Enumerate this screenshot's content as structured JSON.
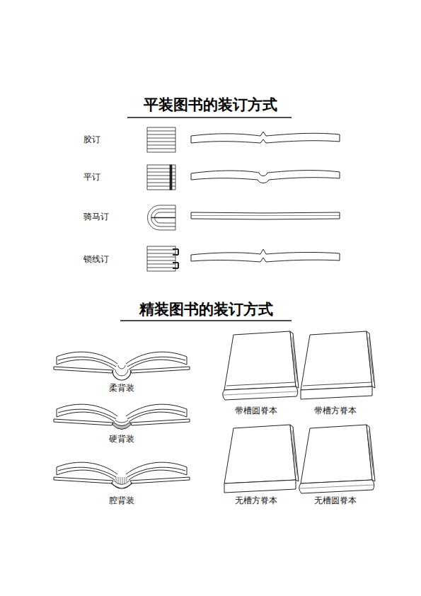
{
  "diagram": {
    "labels": [
      "平装图书的装订方式",
      "胶订",
      "平订",
      "骑马订",
      "锁线订",
      "精装图书的装订方式",
      "柔背装",
      "硬背装",
      "腔背装",
      "带槽圆脊本",
      "带槽方脊本",
      "无槽方脊本",
      "无槽圆脊本"
    ]
  }
}
